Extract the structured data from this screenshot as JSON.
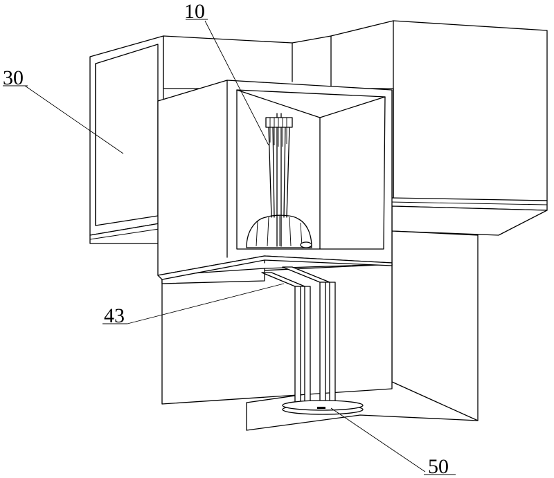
{
  "labels": {
    "ref_10": "10",
    "ref_30": "30",
    "ref_43": "43",
    "ref_50": "50"
  }
}
